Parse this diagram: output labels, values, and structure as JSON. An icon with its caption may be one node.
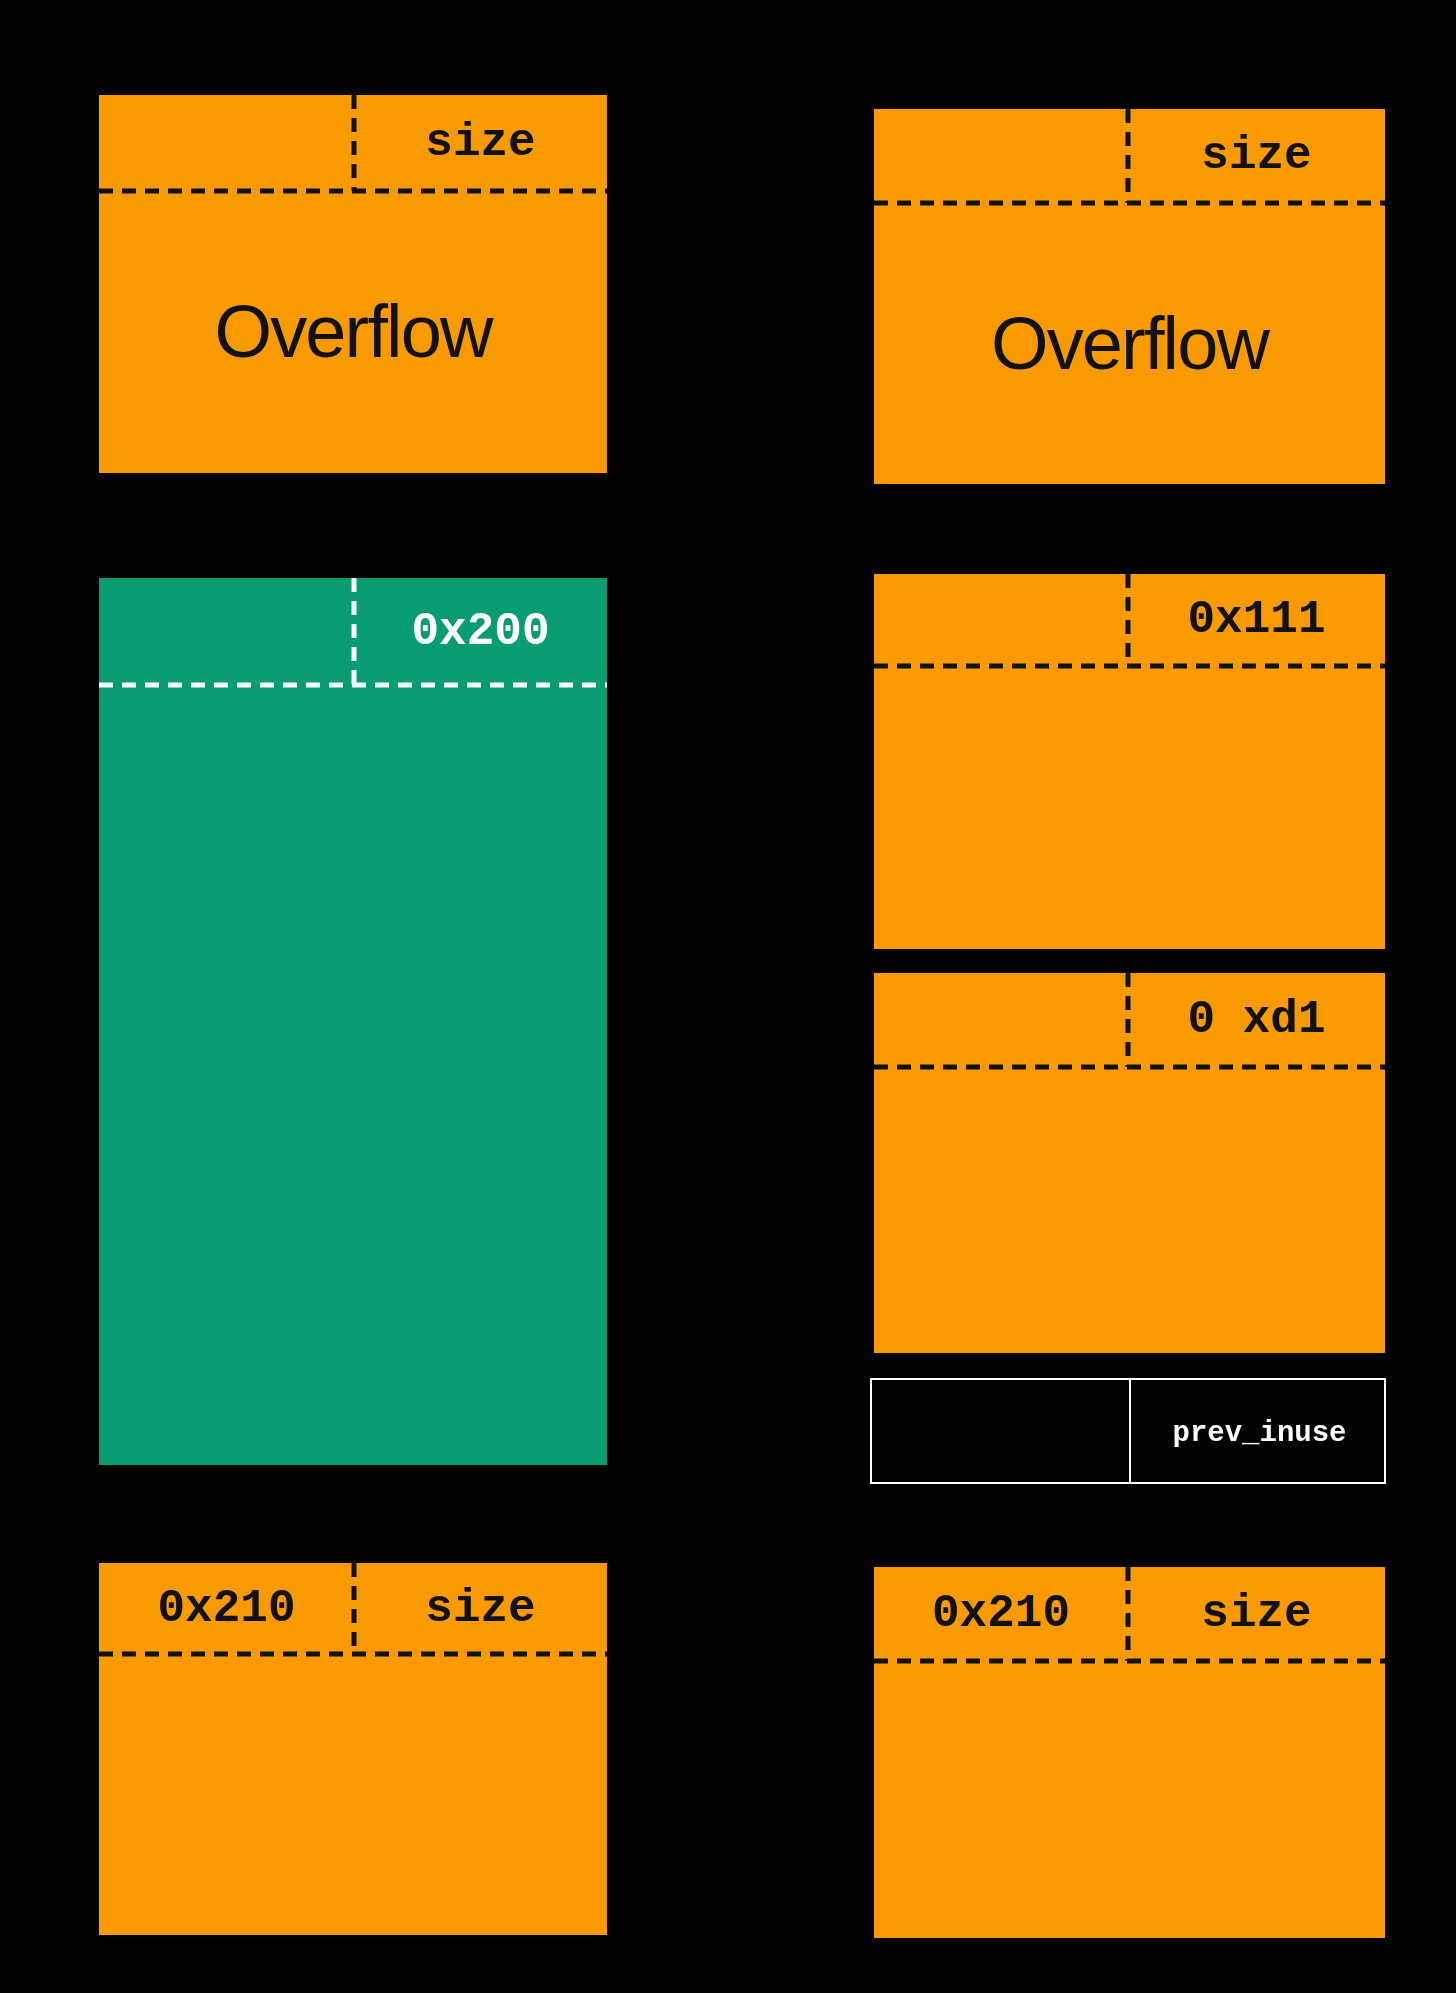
{
  "diagram": {
    "nodes": [
      {
        "text": [
          "size",
          "Overflow"
        ]
      },
      {
        "text": [
          "size",
          "Overflow"
        ]
      },
      {
        "text": [
          "0x200"
        ]
      },
      {
        "text": [
          "0x111"
        ]
      },
      {
        "text": [
          "0 xd1"
        ]
      },
      {
        "text": [
          "prev_inuse"
        ]
      },
      {
        "text": [
          "0x210",
          "size"
        ]
      },
      {
        "text": [
          "0x210",
          "size"
        ]
      }
    ]
  }
}
